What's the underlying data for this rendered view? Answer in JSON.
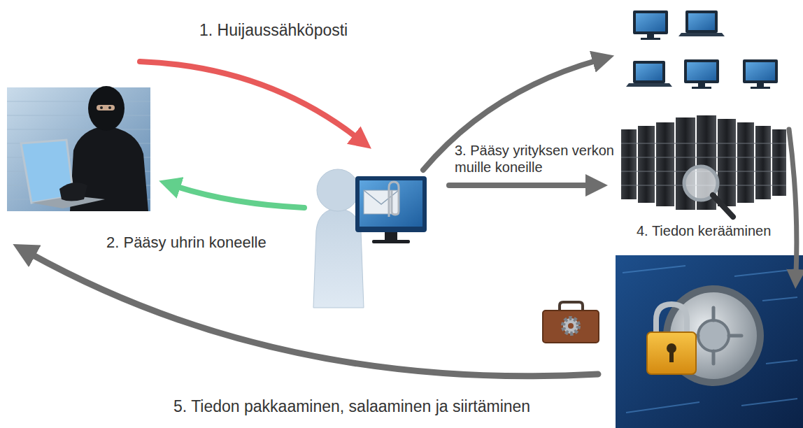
{
  "diagram": {
    "labels": [
      "1. Huijaussähköposti",
      "2. Pääsy uhrin koneelle",
      "3. Pääsy yrityksen verkon muille koneille",
      "4. Tiedon kerääminen",
      "5. Tiedon pakkaaminen, salaaminen ja siirtäminen"
    ]
  }
}
